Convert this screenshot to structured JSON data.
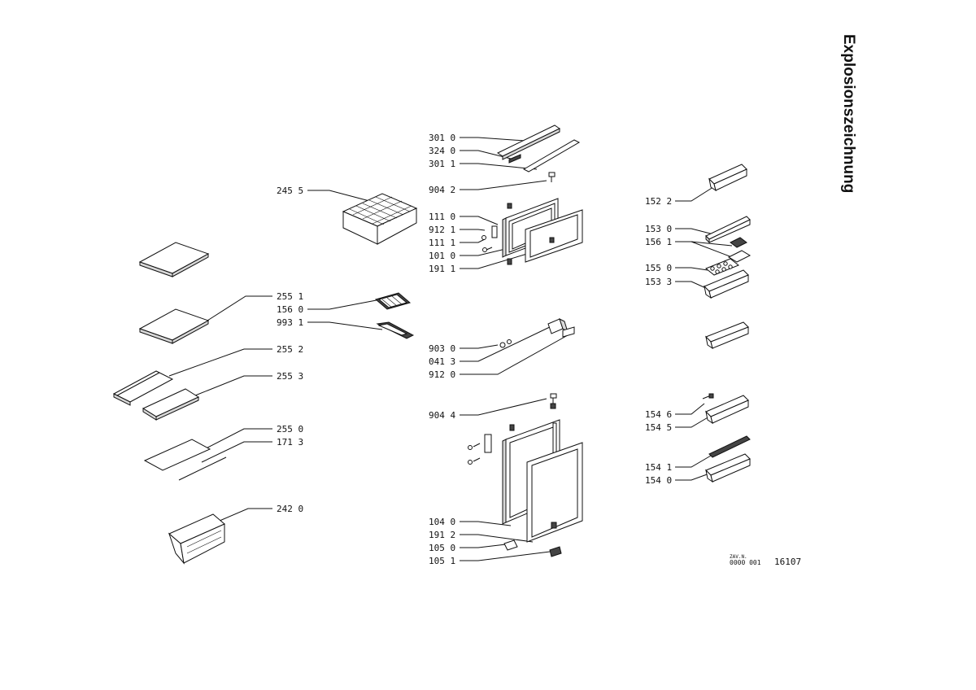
{
  "title": "Explosionszeichnung",
  "reference": {
    "tiny": "ZAV.N.",
    "code": "0000 001",
    "number": "16107"
  },
  "labels": [
    "301 0",
    "324 0",
    "301 1",
    "904 2",
    "245 5",
    "111 0",
    "912 1",
    "111 1",
    "101 0",
    "191 1",
    "255 1",
    "156 0",
    "993 1",
    "903 0",
    "041 3",
    "912 0",
    "255 2",
    "255 3",
    "904 4",
    "255 0",
    "171 3",
    "242 0",
    "104 0",
    "191 2",
    "105 0",
    "105 1",
    "152 2",
    "153 0",
    "156 1",
    "155 0",
    "153 3",
    "154 6",
    "154 5",
    "154 1",
    "154 0"
  ]
}
